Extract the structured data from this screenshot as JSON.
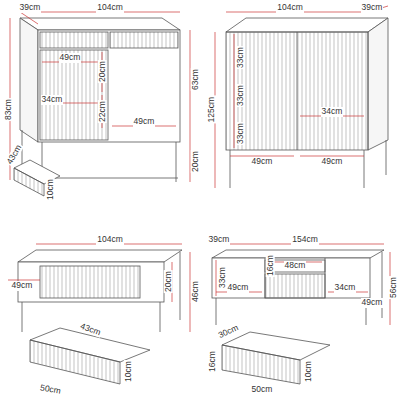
{
  "diagram": {
    "labels": [
      "39cm",
      "104cm",
      "49cm",
      "20cm",
      "34cm",
      "22cm",
      "49cm",
      "63cm",
      "83cm",
      "20cm",
      "43cm",
      "10cm",
      "104cm",
      "39cm",
      "33cm",
      "33cm",
      "33cm",
      "34cm",
      "125cm",
      "49cm",
      "49cm",
      "104cm",
      "49cm",
      "20cm",
      "46cm",
      "43cm",
      "10cm",
      "50cm",
      "39cm",
      "154cm",
      "33cm",
      "16cm",
      "48cm",
      "56cm",
      "49cm",
      "34cm",
      "49cm",
      "30cm",
      "16cm",
      "10cm",
      "50cm"
    ]
  }
}
